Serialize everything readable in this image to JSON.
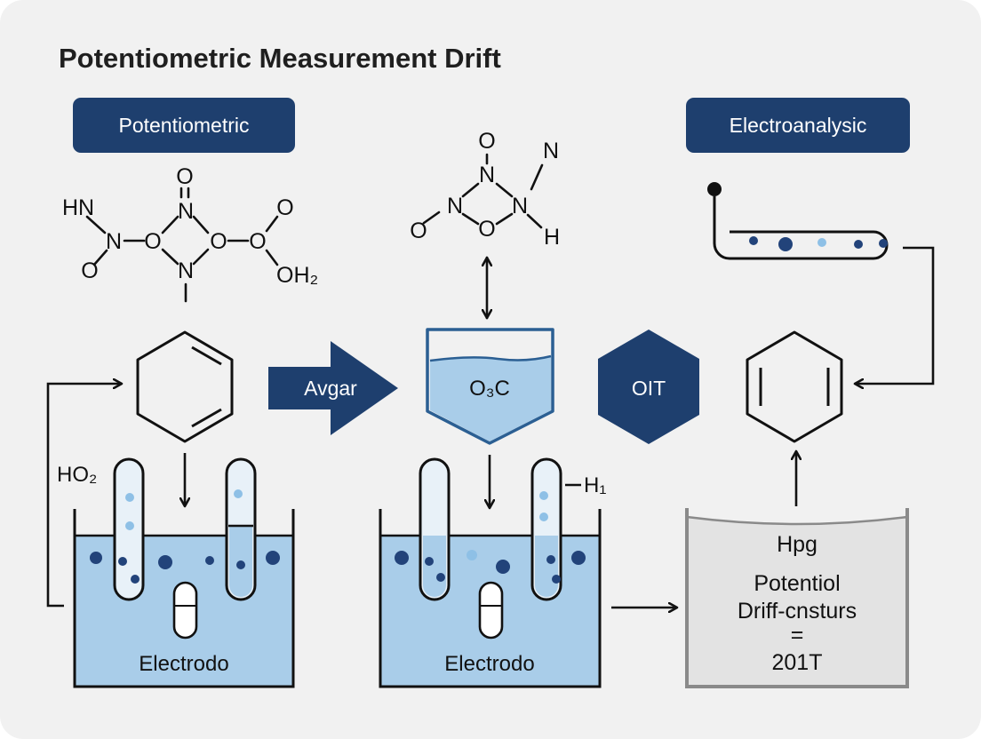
{
  "title": "Potentiometric Measurement Drift",
  "labels": {
    "left_header": "Potentiometric",
    "right_header": "Electroanalysic",
    "arrow_label": "Avgar",
    "beaker_label": "O₃C",
    "hexagon_label": "OIT",
    "left_tank_label": "Electrodo",
    "middle_tank_label": "Electrodo",
    "left_side_formula": "HO₂",
    "tube_marker": "H₁"
  },
  "molecule_left": {
    "hn": "HN",
    "n1": "N",
    "o_low": "O",
    "o_top": "O",
    "n_top": "N",
    "o_mid1": "O",
    "n_bottom": "N",
    "o_mid2": "O",
    "o_mid3": "O",
    "o_right_top": "O",
    "oh2": "OH₂"
  },
  "molecule_middle": {
    "o_top": "O",
    "n_top": "N",
    "n_far": "N",
    "o_left": "O",
    "n_left": "N",
    "n_right": "N",
    "o_bottom": "O",
    "h": "H"
  },
  "result_box": {
    "line1": "Hpg",
    "line2": "Potentiol",
    "line3": "Driff-cnsturs",
    "line4": "=",
    "line5": "201T"
  },
  "colors": {
    "navy": "#1e3f6e",
    "liquid": "#a9cde9",
    "dot_dark": "#22437a",
    "dot_light": "#8ec0e6",
    "line": "#111111",
    "panel_bg": "#e3e3e3"
  }
}
